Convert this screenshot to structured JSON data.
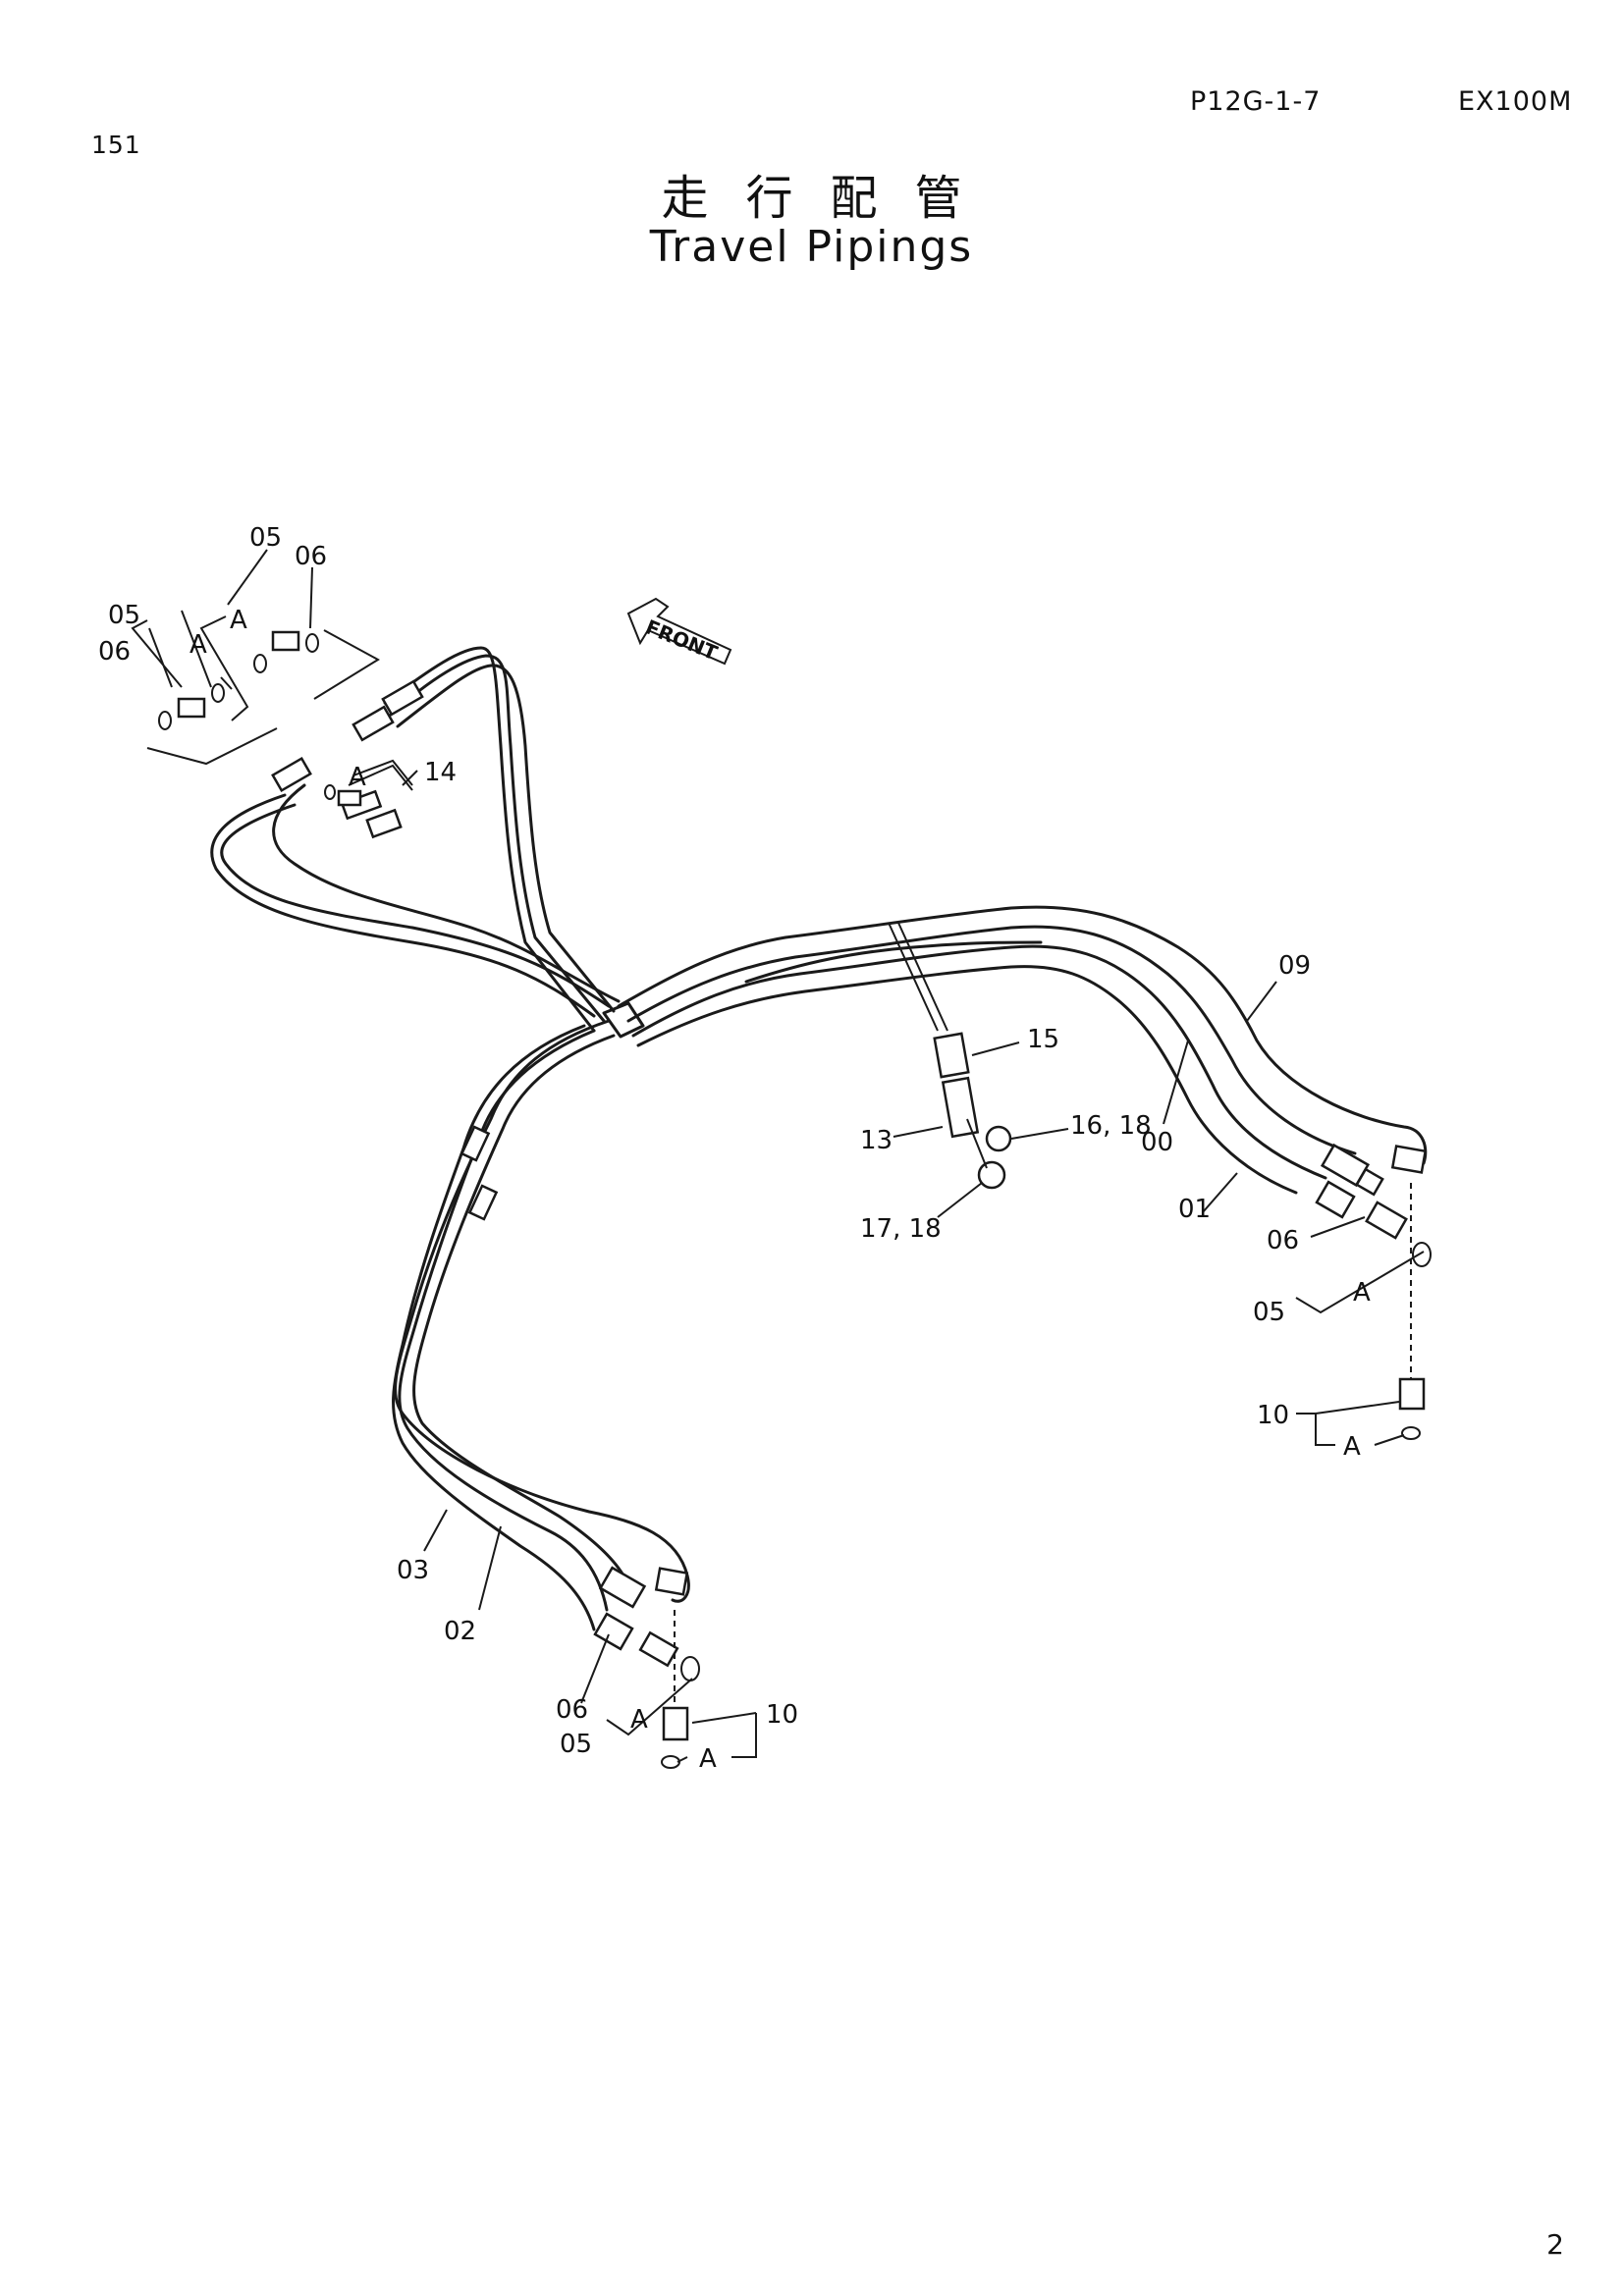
{
  "header": {
    "page_number": "151",
    "drawing_code": "P12G-1-7",
    "model": "EX100M",
    "title_jp": "走行配管",
    "title_en": "Travel Pipings"
  },
  "footer": {
    "sheet": "2"
  },
  "front_marker": "FRONT",
  "callouts": [
    {
      "id": "c1",
      "text": "05"
    },
    {
      "id": "c2",
      "text": "06"
    },
    {
      "id": "c3",
      "text": "A"
    },
    {
      "id": "c4",
      "text": "05"
    },
    {
      "id": "c5",
      "text": "A"
    },
    {
      "id": "c6",
      "text": "06"
    },
    {
      "id": "c7",
      "text": "A"
    },
    {
      "id": "c8",
      "text": "14"
    },
    {
      "id": "c9",
      "text": "09"
    },
    {
      "id": "c10",
      "text": "15"
    },
    {
      "id": "c11",
      "text": "16, 18"
    },
    {
      "id": "c12",
      "text": "00"
    },
    {
      "id": "c13",
      "text": "13"
    },
    {
      "id": "c14",
      "text": "17, 18"
    },
    {
      "id": "c15",
      "text": "01"
    },
    {
      "id": "c16",
      "text": "06"
    },
    {
      "id": "c17",
      "text": "05"
    },
    {
      "id": "c18",
      "text": "A"
    },
    {
      "id": "c19",
      "text": "10"
    },
    {
      "id": "c20",
      "text": "A"
    },
    {
      "id": "c21",
      "text": "03"
    },
    {
      "id": "c22",
      "text": "02"
    },
    {
      "id": "c23",
      "text": "06"
    },
    {
      "id": "c24",
      "text": "A"
    },
    {
      "id": "c25",
      "text": "05"
    },
    {
      "id": "c26",
      "text": "10"
    },
    {
      "id": "c27",
      "text": "A"
    }
  ]
}
